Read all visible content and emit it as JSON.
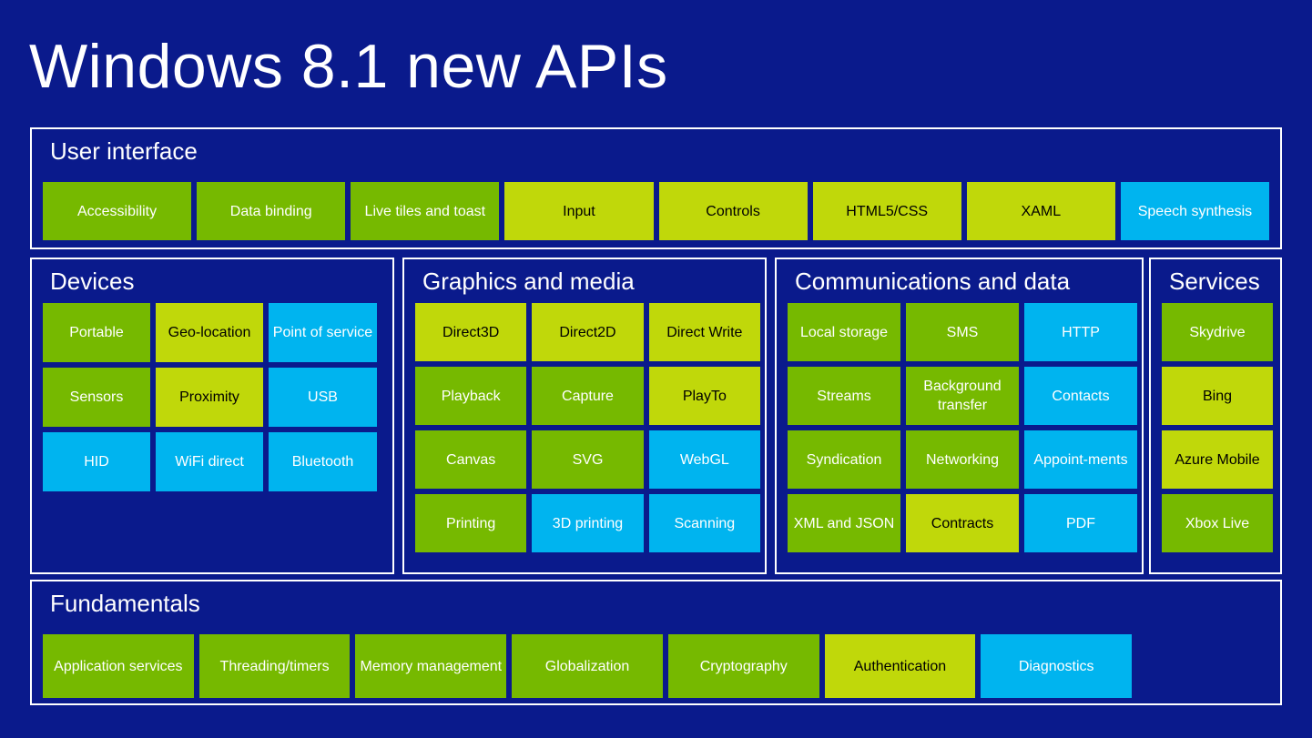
{
  "title": "Windows 8.1 new APIs",
  "colors": {
    "background": "#0a1a8c",
    "border": "#ffffff",
    "green": "#76b900",
    "lime": "#c0d80a",
    "cyan": "#00b4ef",
    "text_light": "#ffffff",
    "text_dark": "#000000"
  },
  "sections": {
    "user_interface": {
      "title": "User interface",
      "tiles": [
        {
          "label": "Accessibility",
          "color": "green"
        },
        {
          "label": "Data binding",
          "color": "green"
        },
        {
          "label": "Live tiles and toast",
          "color": "green"
        },
        {
          "label": "Input",
          "color": "lime"
        },
        {
          "label": "Controls",
          "color": "lime"
        },
        {
          "label": "HTML5/CSS",
          "color": "lime"
        },
        {
          "label": "XAML",
          "color": "lime"
        },
        {
          "label": "Speech synthesis",
          "color": "cyan"
        }
      ]
    },
    "devices": {
      "title": "Devices",
      "tiles": [
        {
          "label": "Portable",
          "color": "green"
        },
        {
          "label": "Geo-location",
          "color": "lime"
        },
        {
          "label": "Point of service",
          "color": "cyan"
        },
        {
          "label": "Sensors",
          "color": "green"
        },
        {
          "label": "Proximity",
          "color": "lime"
        },
        {
          "label": "USB",
          "color": "cyan"
        },
        {
          "label": "HID",
          "color": "cyan"
        },
        {
          "label": "WiFi direct",
          "color": "cyan"
        },
        {
          "label": "Bluetooth",
          "color": "cyan"
        }
      ]
    },
    "graphics_and_media": {
      "title": "Graphics and media",
      "tiles": [
        {
          "label": "Direct3D",
          "color": "lime"
        },
        {
          "label": "Direct2D",
          "color": "lime"
        },
        {
          "label": "Direct Write",
          "color": "lime"
        },
        {
          "label": "Playback",
          "color": "green"
        },
        {
          "label": "Capture",
          "color": "green"
        },
        {
          "label": "PlayTo",
          "color": "lime"
        },
        {
          "label": "Canvas",
          "color": "green"
        },
        {
          "label": "SVG",
          "color": "green"
        },
        {
          "label": "WebGL",
          "color": "cyan"
        },
        {
          "label": "Printing",
          "color": "green"
        },
        {
          "label": "3D printing",
          "color": "cyan"
        },
        {
          "label": "Scanning",
          "color": "cyan"
        }
      ]
    },
    "communications_and_data": {
      "title": "Communications and data",
      "tiles": [
        {
          "label": "Local storage",
          "color": "green"
        },
        {
          "label": "SMS",
          "color": "green"
        },
        {
          "label": "HTTP",
          "color": "cyan"
        },
        {
          "label": "Streams",
          "color": "green"
        },
        {
          "label": "Background transfer",
          "color": "green"
        },
        {
          "label": "Contacts",
          "color": "cyan"
        },
        {
          "label": "Syndication",
          "color": "green"
        },
        {
          "label": "Networking",
          "color": "green"
        },
        {
          "label": "Appoint-ments",
          "color": "cyan"
        },
        {
          "label": "XML and JSON",
          "color": "green"
        },
        {
          "label": "Contracts",
          "color": "lime"
        },
        {
          "label": "PDF",
          "color": "cyan"
        }
      ]
    },
    "services": {
      "title": "Services",
      "tiles": [
        {
          "label": "Skydrive",
          "color": "green"
        },
        {
          "label": "Bing",
          "color": "lime"
        },
        {
          "label": "Azure Mobile",
          "color": "lime"
        },
        {
          "label": "Xbox Live",
          "color": "green"
        }
      ]
    },
    "fundamentals": {
      "title": "Fundamentals",
      "tiles": [
        {
          "label": "Application services",
          "color": "green"
        },
        {
          "label": "Threading/timers",
          "color": "green"
        },
        {
          "label": "Memory management",
          "color": "green"
        },
        {
          "label": "Globalization",
          "color": "green"
        },
        {
          "label": "Cryptography",
          "color": "green"
        },
        {
          "label": "Authentication",
          "color": "lime"
        },
        {
          "label": "Diagnostics",
          "color": "cyan"
        }
      ]
    }
  }
}
